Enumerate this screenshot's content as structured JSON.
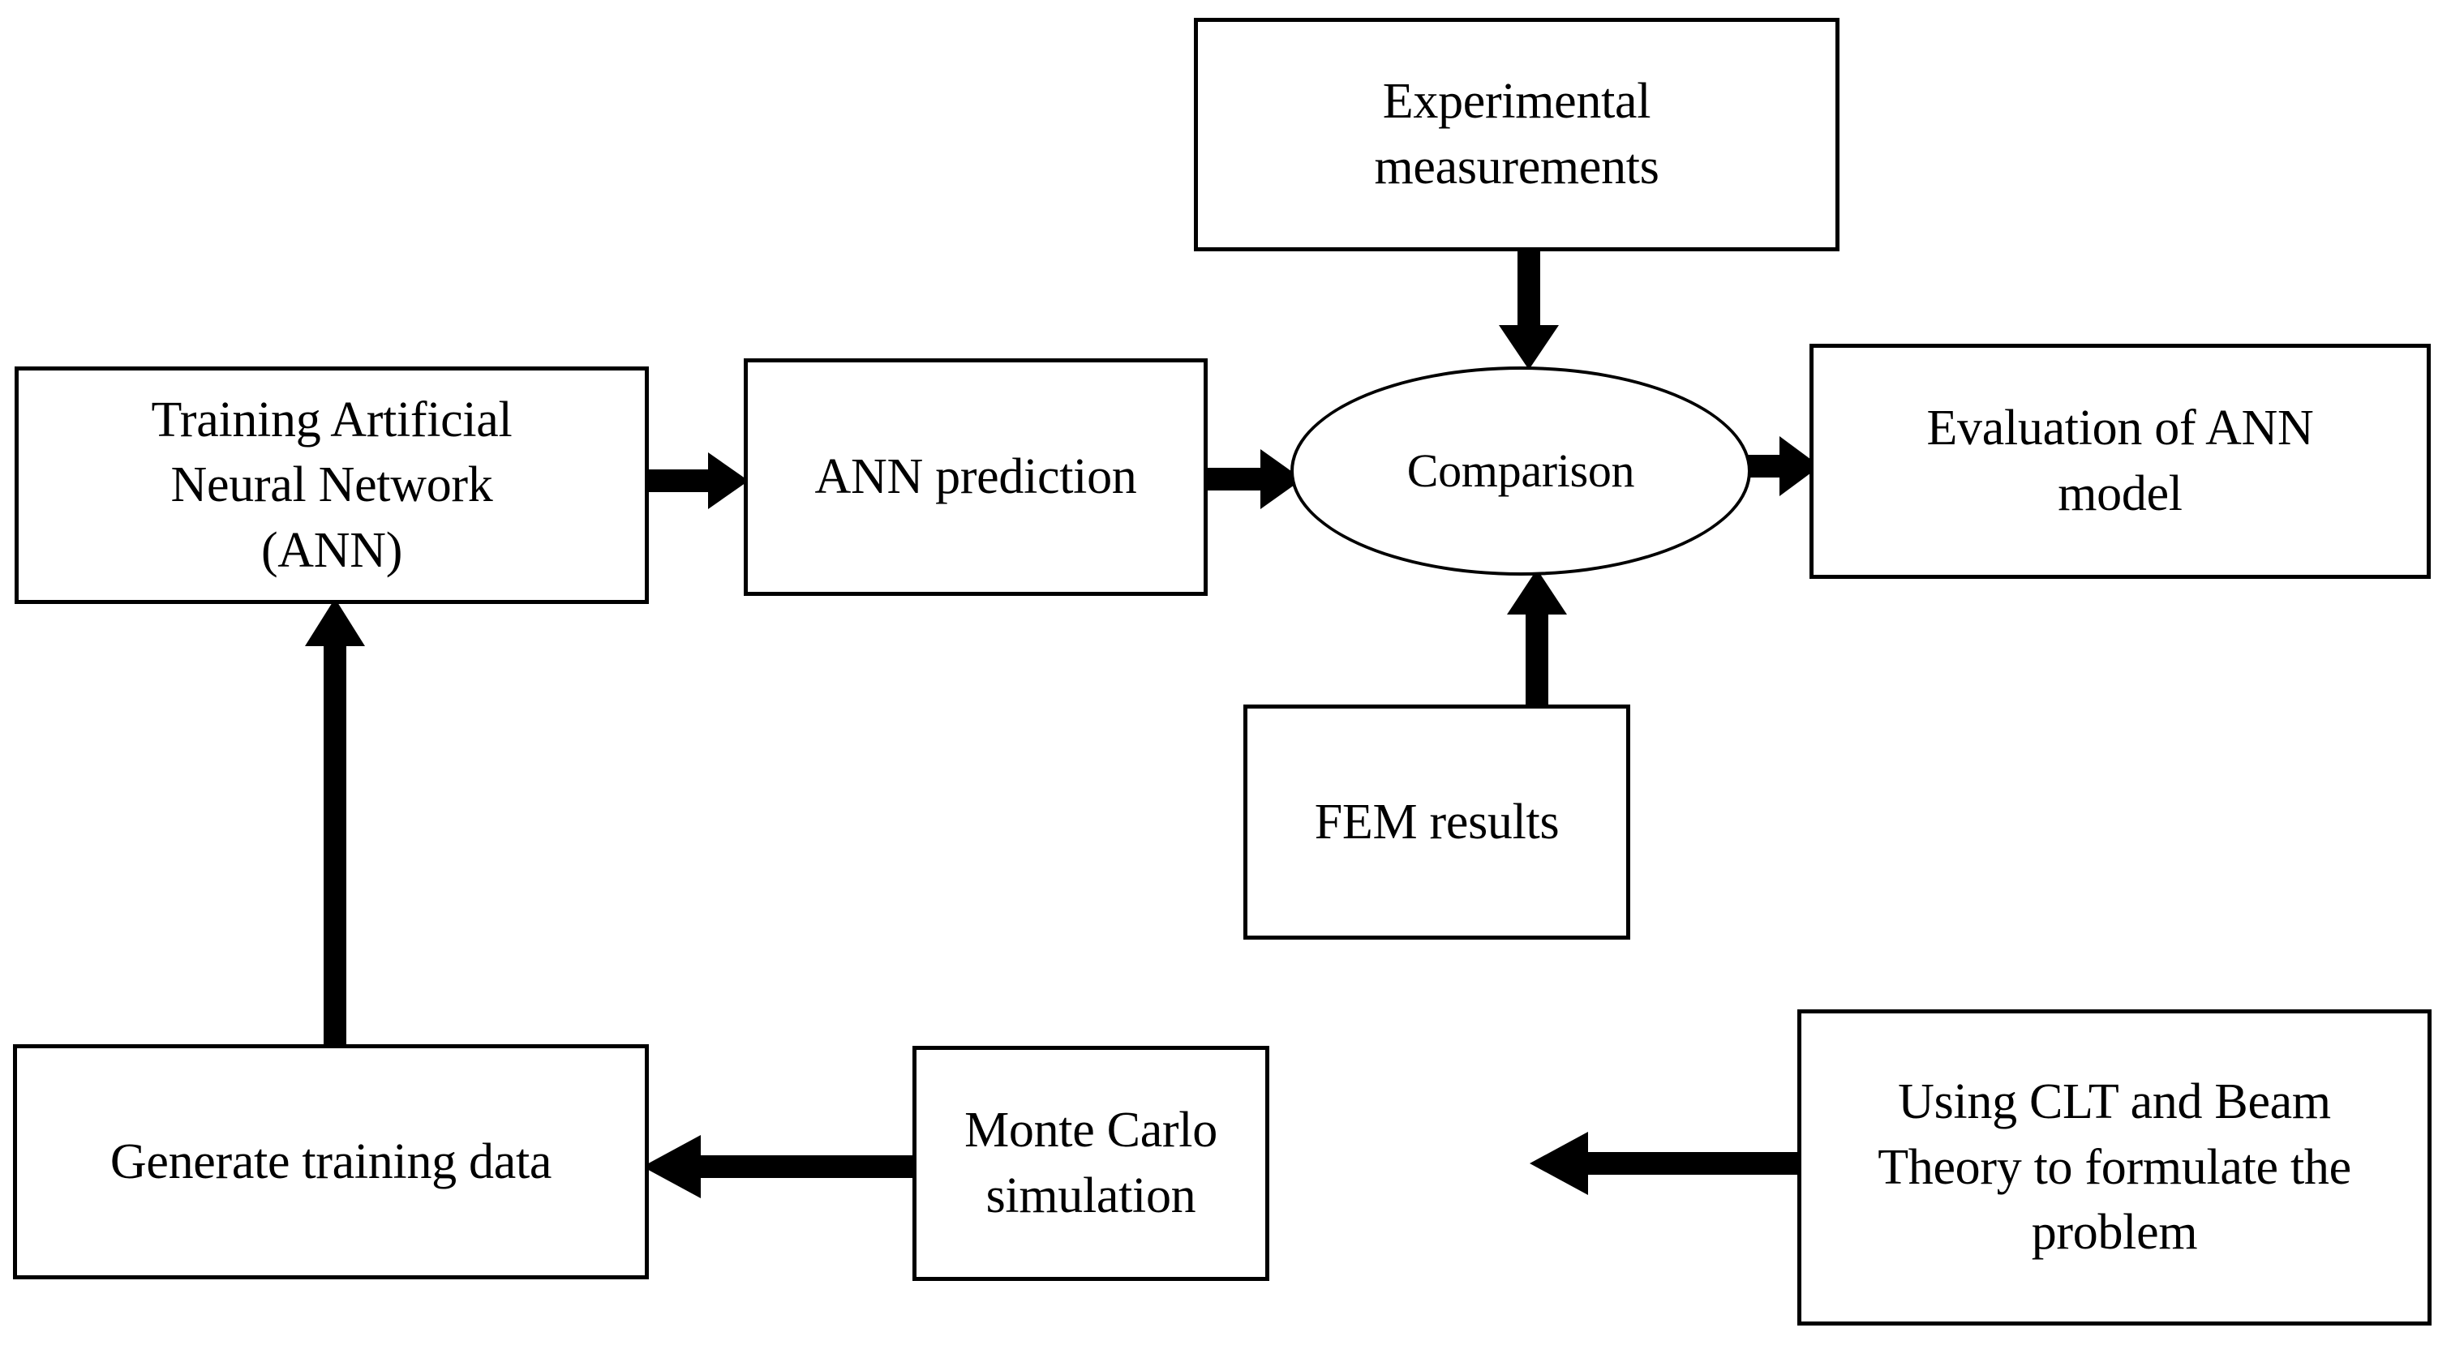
{
  "diagram": {
    "title": "ANN modelling methodology flowchart",
    "background_color": "#ffffff",
    "stroke_color": "#000000",
    "nodes": [
      {
        "id": "experimental",
        "shape": "rectangle",
        "label": "Experimental\nmeasurements"
      },
      {
        "id": "training",
        "shape": "rectangle",
        "label": "Training Artificial\nNeural Network\n(ANN)"
      },
      {
        "id": "ann_prediction",
        "shape": "rectangle",
        "label": "ANN prediction"
      },
      {
        "id": "comparison",
        "shape": "ellipse",
        "label": "Comparison"
      },
      {
        "id": "evaluation",
        "shape": "rectangle",
        "label": "Evaluation of ANN\nmodel"
      },
      {
        "id": "fem",
        "shape": "rectangle",
        "label": "FEM results"
      },
      {
        "id": "generate",
        "shape": "rectangle",
        "label": "Generate training data"
      },
      {
        "id": "montecarlo",
        "shape": "rectangle",
        "label": "Monte Carlo\nsimulation"
      },
      {
        "id": "clt",
        "shape": "rectangle",
        "label": "Using CLT and Beam\nTheory to formulate the\nproblem"
      }
    ],
    "edges": [
      {
        "id": "e1",
        "from": "training",
        "to": "ann_prediction",
        "direction": "right"
      },
      {
        "id": "e2",
        "from": "ann_prediction",
        "to": "comparison",
        "direction": "right"
      },
      {
        "id": "e3",
        "from": "comparison",
        "to": "evaluation",
        "direction": "right"
      },
      {
        "id": "e4",
        "from": "experimental",
        "to": "comparison",
        "direction": "down"
      },
      {
        "id": "e5",
        "from": "fem",
        "to": "comparison",
        "direction": "up"
      },
      {
        "id": "e6",
        "from": "clt",
        "to": "montecarlo",
        "direction": "left"
      },
      {
        "id": "e7",
        "from": "montecarlo",
        "to": "generate",
        "direction": "left"
      },
      {
        "id": "e8",
        "from": "generate",
        "to": "training",
        "direction": "up"
      }
    ]
  },
  "labels": {
    "experimental": "Experimental measurements",
    "experimental_line1": "Experimental",
    "experimental_line2": "measurements",
    "training_line1": "Training Artificial",
    "training_line2": "Neural Network",
    "training_line3": "(ANN)",
    "ann_prediction": "ANN prediction",
    "comparison": "Comparison",
    "evaluation_line1": "Evaluation of ANN",
    "evaluation_line2": "model",
    "fem": "FEM results",
    "generate": "Generate training data",
    "montecarlo_line1": "Monte Carlo",
    "montecarlo_line2": "simulation",
    "clt_line1": "Using CLT and Beam",
    "clt_line2": "Theory to formulate the",
    "clt_line3": "problem"
  }
}
